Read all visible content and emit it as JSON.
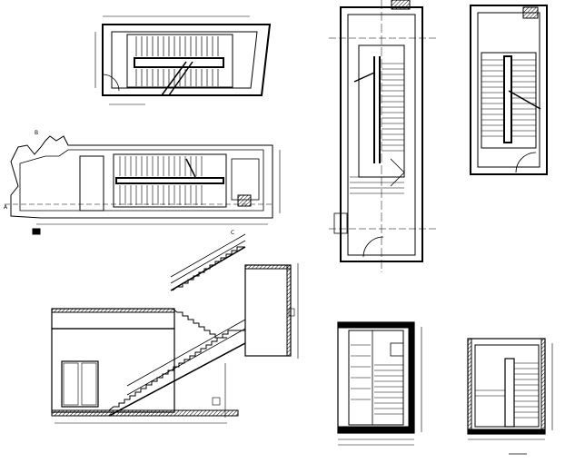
{
  "drawing": {
    "background": "#ffffff",
    "line_color": "#000000",
    "section_markers": {
      "A": "A",
      "B": "B",
      "C": "C"
    }
  },
  "views": [
    {
      "id": "plan-top-small",
      "kind": "floor plan (upper level)"
    },
    {
      "id": "plan-ground-long",
      "kind": "floor plan (ground level)"
    },
    {
      "id": "plan-tall",
      "kind": "floor plan (vertical orientation)"
    },
    {
      "id": "plan-right",
      "kind": "floor plan (upper level, vertical)"
    },
    {
      "id": "section-long",
      "kind": "longitudinal section"
    },
    {
      "id": "elevation-a",
      "kind": "cross section"
    },
    {
      "id": "elevation-b",
      "kind": "cross section"
    }
  ]
}
